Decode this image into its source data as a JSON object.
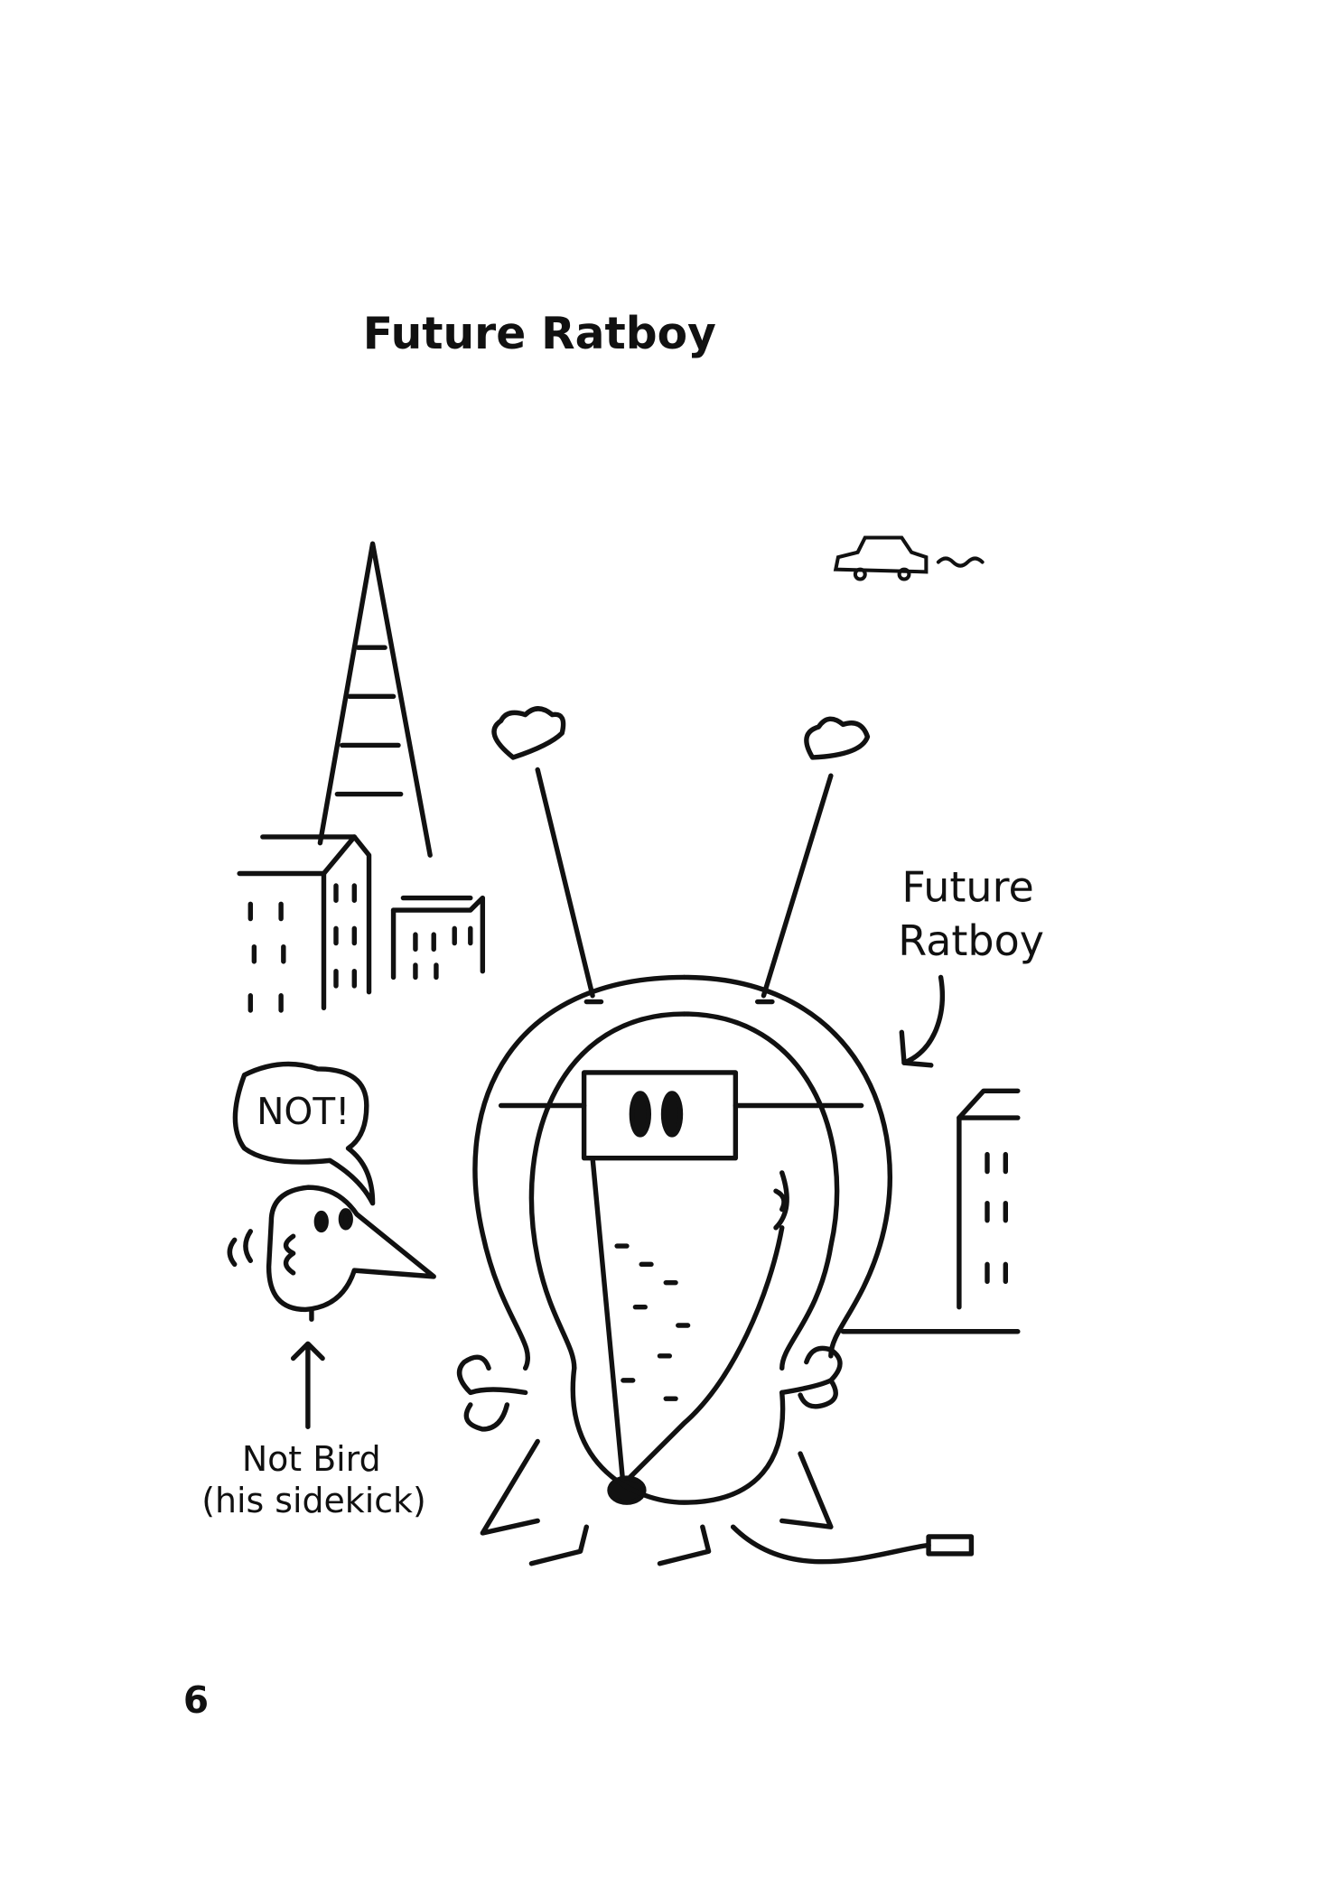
{
  "page": {
    "title": "Future Ratboy",
    "page_number": "6"
  },
  "illustration": {
    "speech_bubble": "NOT!",
    "label_ratboy_line1": "Future",
    "label_ratboy_line2": "Ratboy",
    "label_bird_line1": "Not Bird",
    "label_bird_line2": "(his sidekick)"
  }
}
